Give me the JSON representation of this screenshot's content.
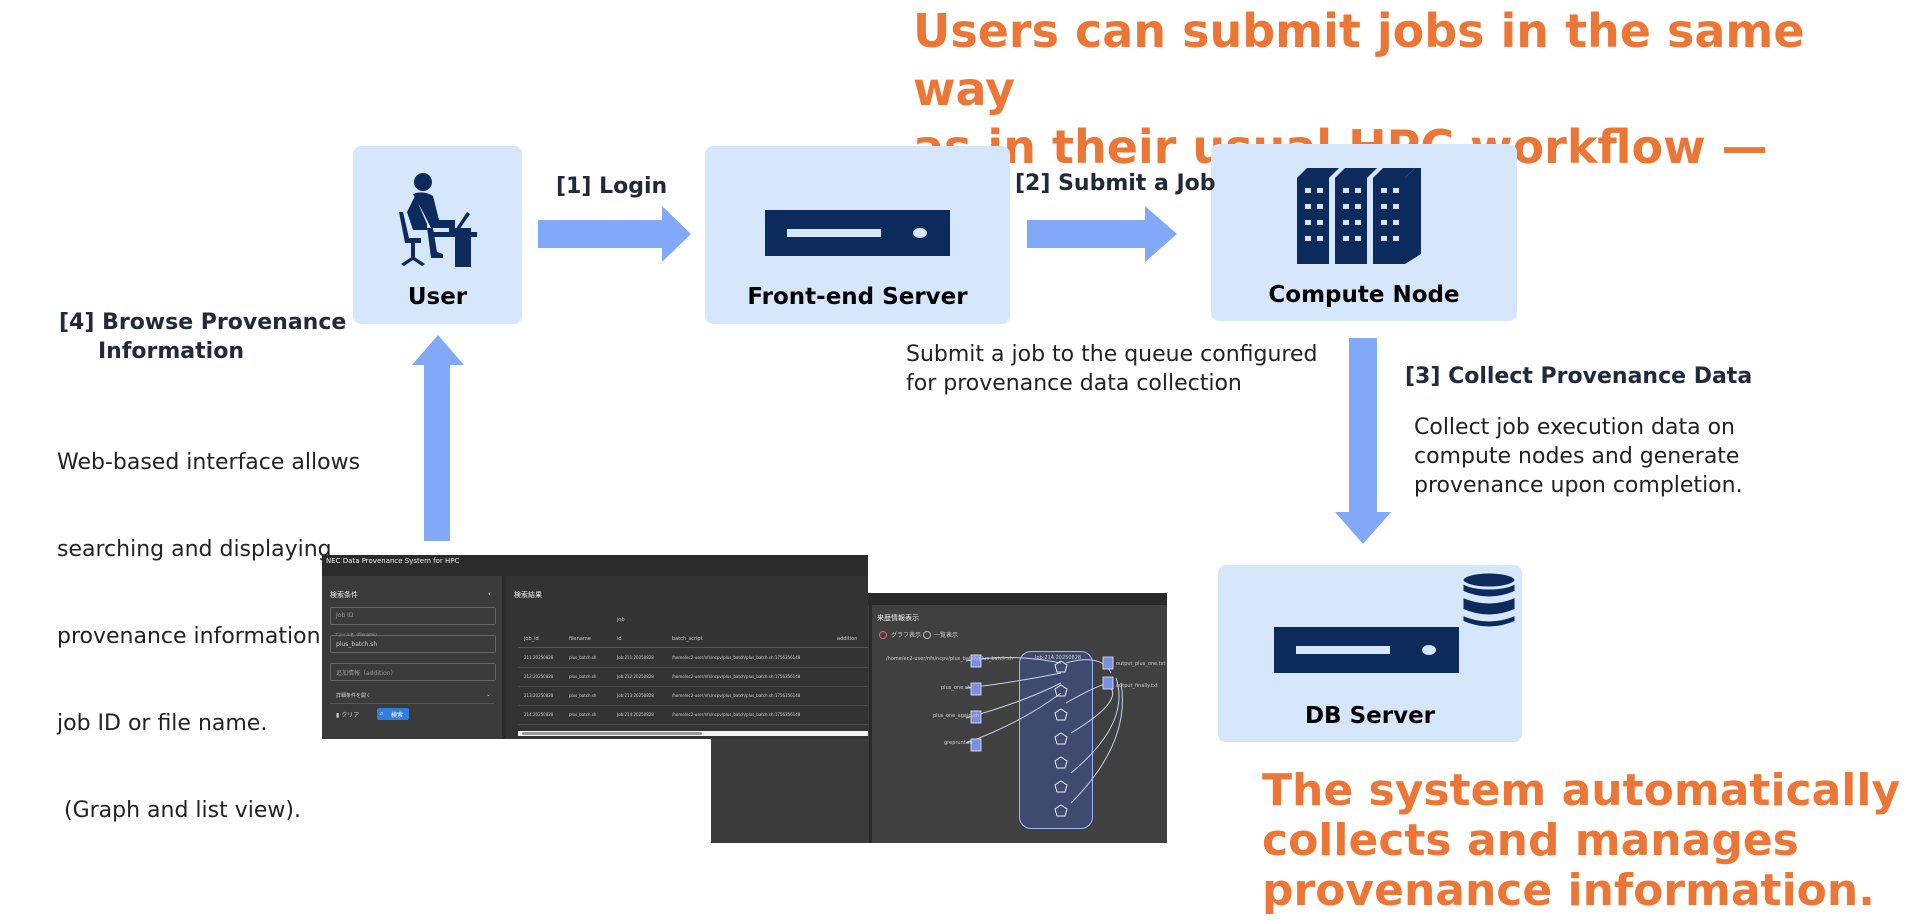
{
  "headline_top": {
    "line1": "Users can submit jobs in the same way",
    "line2": "as in their usual HPC workflow —"
  },
  "headline_bottom": {
    "line1": "The system automatically",
    "line2": "collects and manages",
    "line3": "provenance information."
  },
  "nodes": {
    "user": "User",
    "frontend": "Front-end Server",
    "compute": "Compute Node",
    "db": "DB Server"
  },
  "steps": {
    "login": "[1] Login",
    "submit": "[2] Submit a Job",
    "collect": "[3] Collect Provenance Data",
    "browse_line1": "[4] Browse Provenance",
    "browse_line2": "Information"
  },
  "descriptions": {
    "submit": [
      "Submit a job to the queue configured",
      "for provenance data collection"
    ],
    "collect": [
      "Collect job execution data on",
      "compute nodes and generate",
      "provenance upon completion."
    ],
    "browse": [
      "Web-based interface allows",
      "searching and displaying",
      "provenance information by",
      "job ID or file name.",
      " (Graph and list view)."
    ]
  },
  "colors": {
    "accent": "#ec7636",
    "box": "#d6e6fb",
    "arrow": "#82a8f8",
    "navy": "#0c2a5b"
  },
  "screenshot_list": {
    "app_title": "NEC Data Provenance System for HPC",
    "search_panel_title": "検索条件",
    "jobid_placeholder": "Job ID",
    "filename_label": "ファイル名（filename）",
    "filename_value": "plus_batch.sh",
    "additional_placeholder": "追加情報（addition）",
    "advanced_toggle": "詳細条件を開く",
    "clear_button": "クリア",
    "search_button": "検索",
    "results_title": "検索結果",
    "group_header": "job",
    "columns": [
      "job_id",
      "filename",
      "id",
      "batch_script",
      "addition"
    ],
    "rows": [
      [
        "211:20250828",
        "plus_batch.sh",
        "Job:211:20250828",
        "/home/ec2-user/nfs/ncpv/plus_batch/plus_batch.sh:1756356148"
      ],
      [
        "212:20250828",
        "plus_batch.sh",
        "Job:212:20250828",
        "/home/ec2-user/nfs/ncpv/plus_batch/plus_batch.sh:1756356148"
      ],
      [
        "213:20250828",
        "plus_batch.sh",
        "Job:213:20250828",
        "/home/ec2-user/nfs/ncpv/plus_batch/plus_batch.sh:1756356148"
      ],
      [
        "214:20250828",
        "plus_batch.sh",
        "Job:214:20250828",
        "/home/ec2-user/nfs/ncpv/plus_batch/plus_batch.sh:1756356148"
      ]
    ]
  },
  "screenshot_graph": {
    "title": "来歴情報表示",
    "radio_graph": "グラフ表示",
    "radio_list": "一覧表示",
    "job_label": "Job:214:20250828",
    "left_files": [
      "/home/ec2-user/nfs/ncpv/plus_batch/plus_batch.sh",
      "plus_one.sh",
      "plus_one_again.sh",
      "greprunf.sh"
    ],
    "right_files": [
      "output_plus_one.txt",
      "output_finally.txt"
    ]
  }
}
